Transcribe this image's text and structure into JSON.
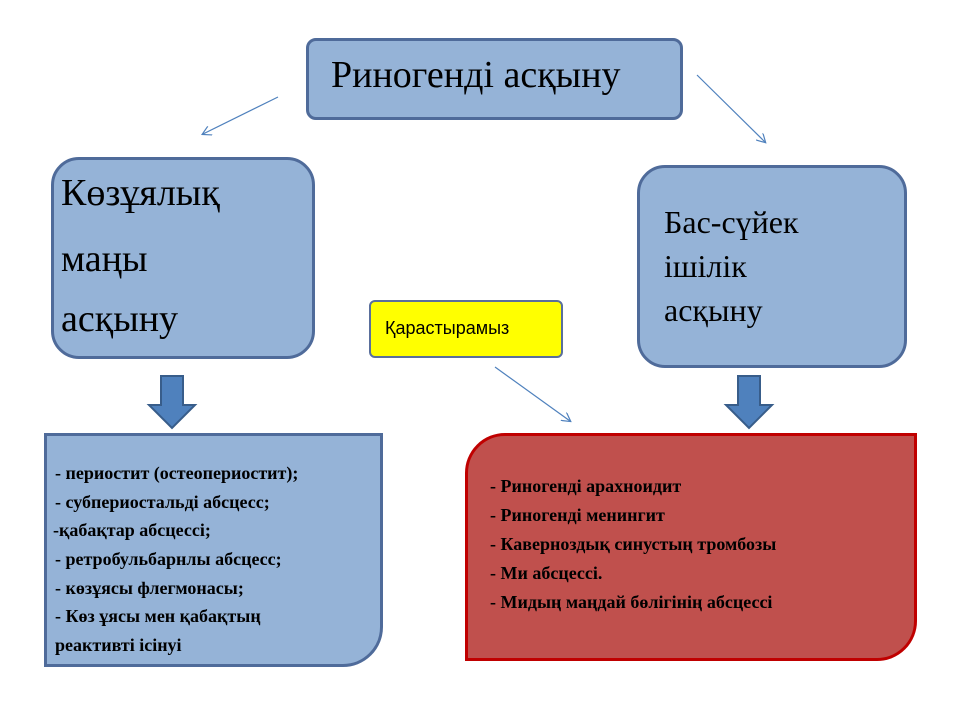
{
  "top": {
    "title": "Риногенді асқыну"
  },
  "left": {
    "lines": [
      "Көзұялық",
      "маңы",
      "асқыну"
    ]
  },
  "right": {
    "lines": [
      "Бас-сүйек",
      "ішілік",
      "асқыну"
    ]
  },
  "note": {
    "label": "Қарастырамыз"
  },
  "left_list": {
    "items": [
      "- периостит (остеопериостит);",
      "-  субпериостальді абсцесс;",
      "-қабақтар абсцессі;",
      " - ретробульбарнлы абсцесс;",
      " - көзұясы флегмонасы;",
      "- Көз ұясы мен қабақтың",
      "реактивті ісінуі"
    ]
  },
  "right_list": {
    "items": [
      "- Риногенді  арахноидит",
      "- Риногенді  менингит",
      "- Каверноздық синустың тромбозы",
      "- Ми абсцессі.",
      "- Мидың  маңдай бөлігінің абсцессі"
    ]
  },
  "colors": {
    "box_fill": "#95b3d7",
    "box_border": "#4f6b9a",
    "note_fill": "#ffff00",
    "alert_fill": "#c0504d",
    "alert_border": "#c00000",
    "arrow_fill": "#4f81bd",
    "connector": "#4f81bd"
  }
}
